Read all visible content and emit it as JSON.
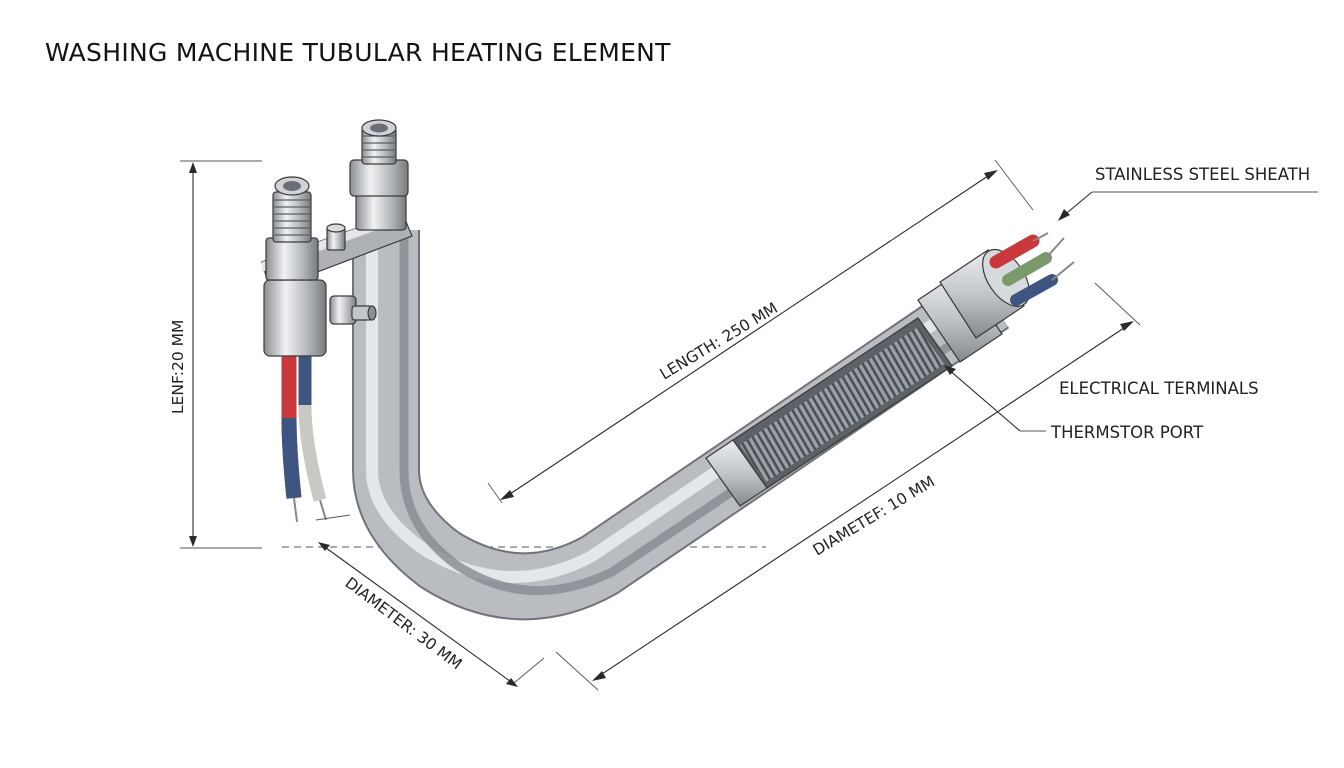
{
  "title": "WASHING MACHINE TUBULAR HEATING ELEMENT",
  "callouts": {
    "sheath": "STAINLESS STEEL SHEATH",
    "terminals": "ELECTRICAL TERMINALS",
    "thermistor": "THERMSTOR PORT"
  },
  "dimensions": {
    "height": "LENF:20 MM",
    "length": "LENGTH: 250 MM",
    "diameter_bend": "DIAMETER: 30 MM",
    "diameter_tube": "DIAMETEF: 10 MM"
  },
  "colors": {
    "steel": "#b9bdc2",
    "wire_red": "#c9383a",
    "wire_blue": "#3d5580",
    "wire_green": "#7a9a6a",
    "wire_grey": "#c9c9c4"
  }
}
